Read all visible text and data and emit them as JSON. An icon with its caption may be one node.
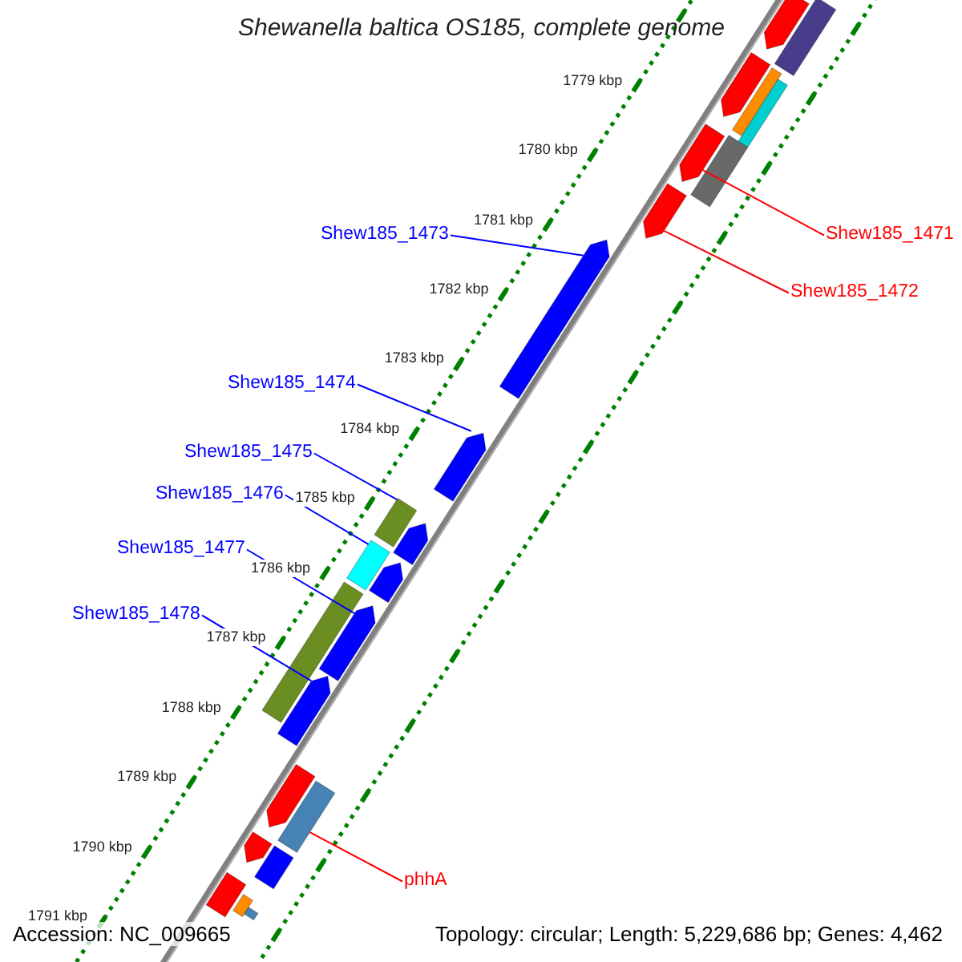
{
  "diagram": {
    "title": "Shewanella baltica OS185, complete genome",
    "nodes": [
      {
        "text": [
          "Shew185_1473"
        ]
      },
      {
        "text": [
          "Shew185_1471"
        ]
      },
      {
        "text": [
          "Shew185_1472"
        ]
      },
      {
        "text": [
          "Shew185_1474"
        ]
      },
      {
        "text": [
          "Shew185_1475"
        ]
      },
      {
        "text": [
          "Shew185_1476"
        ]
      },
      {
        "text": [
          "Shew185_1477"
        ]
      },
      {
        "text": [
          "Shew185_1478"
        ]
      },
      {
        "text": [
          "phhA"
        ]
      },
      {
        "text": [],
        "shape": "bar"
      },
      {
        "text": [],
        "shape": "bar"
      },
      {
        "text": [],
        "shape": "bar"
      },
      {
        "text": [],
        "shape": "bar"
      },
      {
        "text": [],
        "shape": "bar"
      },
      {
        "text": [],
        "shape": "bar"
      },
      {
        "text": [],
        "shape": "bar"
      },
      {
        "text": [],
        "shape": "bar"
      },
      {
        "text": [],
        "shape": "bar"
      },
      {
        "text": [],
        "shape": "bar"
      },
      {
        "text": [],
        "shape": "bar"
      },
      {
        "text": [],
        "shape": "bar"
      },
      {
        "text": [],
        "shape": "bar"
      },
      {
        "text": [],
        "shape": "bar"
      },
      {
        "text": [],
        "shape": "bar"
      },
      {
        "text": [],
        "shape": "bar"
      },
      {
        "text": [],
        "shape": "bar"
      },
      {
        "text": [],
        "shape": "bar"
      },
      {
        "text": [],
        "shape": "bar"
      },
      {
        "text": [],
        "shape": "bar"
      },
      {
        "text": [],
        "shape": "bar"
      },
      {
        "text": [],
        "shape": "bar"
      },
      {
        "text": [],
        "shape": "bar"
      },
      {
        "text": [],
        "shape": "bar"
      }
    ],
    "edges": [
      {
        "from": 1,
        "to": 14,
        "arrow": "none",
        "color": "#ff0000"
      },
      {
        "from": 2,
        "to": 16,
        "arrow": "none",
        "color": "#ff0000"
      },
      {
        "from": 0,
        "to": 17,
        "arrow": "none"
      },
      {
        "from": 3,
        "to": 18,
        "arrow": "none"
      },
      {
        "from": 4,
        "to": 19,
        "arrow": "none"
      },
      {
        "from": 5,
        "to": 21,
        "arrow": "none"
      },
      {
        "from": 6,
        "to": 24,
        "arrow": "none"
      },
      {
        "from": 7,
        "to": 25,
        "arrow": "none"
      },
      {
        "from": 8,
        "to": 27,
        "arrow": "none",
        "color": "#ff0000"
      }
    ],
    "labels": [
      "1779 kbp",
      "1780 kbp",
      "1781 kbp",
      "1782 kbp",
      "1783 kbp",
      "1784 kbp",
      "1785 kbp",
      "1786 kbp",
      "1787 kbp",
      "1788 kbp",
      "1789 kbp",
      "1790 kbp",
      "1791 kbp",
      "Accession: NC_009665",
      "Topology: circular; Length: 5,229,686 bp; Genes: 4,462"
    ]
  }
}
